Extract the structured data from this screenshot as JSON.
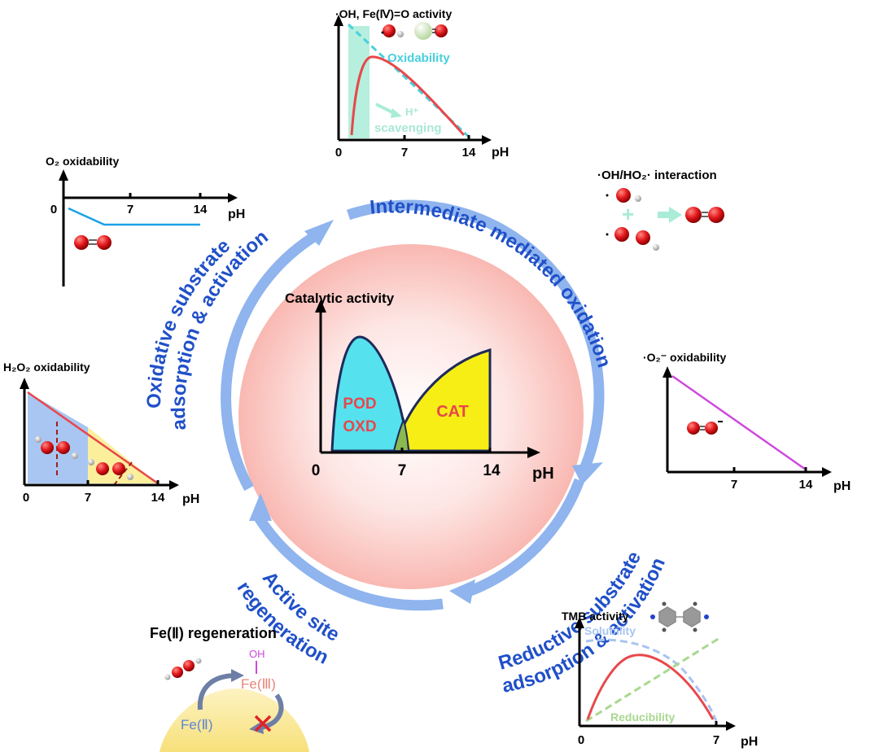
{
  "center": {
    "title": "Catalytic activity",
    "pod": "POD",
    "oxd": "OXD",
    "cat": "CAT",
    "ticks": [
      "0",
      "7",
      "14"
    ],
    "xlabel": "pH"
  },
  "cycle": {
    "intermediate": "Intermediate mediated oxidation",
    "oxidative_1": "Oxidative substrate",
    "oxidative_2": "adsorption & activation",
    "reductive_1": "Reductive substrate",
    "reductive_2": "adsorption & activation",
    "active_1": "Active site",
    "active_2": "regeneration"
  },
  "oh_panel": {
    "title": "·OH, Fe(Ⅳ)=O activity",
    "oxidability": "Oxidability",
    "hplus": "H⁺",
    "scavenging": "scavenging",
    "ticks": [
      "0",
      "7",
      "14"
    ],
    "xlabel": "pH"
  },
  "o2_panel": {
    "title": "O₂ oxidability",
    "ticks": [
      "0",
      "7",
      "14"
    ],
    "xlabel": "pH"
  },
  "h2o2_panel": {
    "title": "H₂O₂ oxidability",
    "ticks": [
      "0",
      "7",
      "14"
    ],
    "xlabel": "pH"
  },
  "oh_ho2_panel": {
    "title": "·OH/HO₂· interaction"
  },
  "o2minus_panel": {
    "title": "·O₂⁻ oxidability",
    "ticks": [
      "7",
      "14"
    ],
    "xlabel": "pH"
  },
  "tmb_panel": {
    "title": "TMB activity",
    "solubility": "Solubility",
    "reducibility": "Reducibility",
    "ticks": [
      "0",
      "7"
    ],
    "xlabel": "pH"
  },
  "fe_panel": {
    "title": "Fe(Ⅱ) regeneration",
    "oh": "OH",
    "fe3": "Fe(Ⅲ)",
    "fe2": "Fe(Ⅱ)"
  },
  "colors": {
    "cycle_text": "#2050c8",
    "cycle_arrow": "#8fb4ee",
    "pod_fill": "#55e2ee",
    "cat_fill": "#f6ee14",
    "curve_red": "#e8474b",
    "oh_dash": "#48d0dc",
    "magenta": "#cf48df",
    "o2_line": "#1aa2e6"
  }
}
